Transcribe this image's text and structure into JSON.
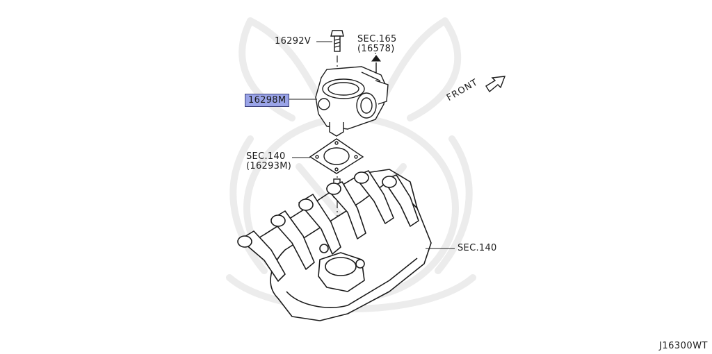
{
  "callouts": {
    "bolt": "16292V",
    "throttle_body": "16298M",
    "sec165_line1": "SEC.165",
    "sec165_line2": "(16578)",
    "sec140_gasket_line1": "SEC.140",
    "sec140_gasket_line2": "(16293M)",
    "sec140_manifold": "SEC.140"
  },
  "direction_label": "FRONT",
  "diagram_code": "J16300WT",
  "colors": {
    "highlight": "#9aa4e8",
    "line": "#1a1a1a",
    "watermark": "#ececec"
  }
}
